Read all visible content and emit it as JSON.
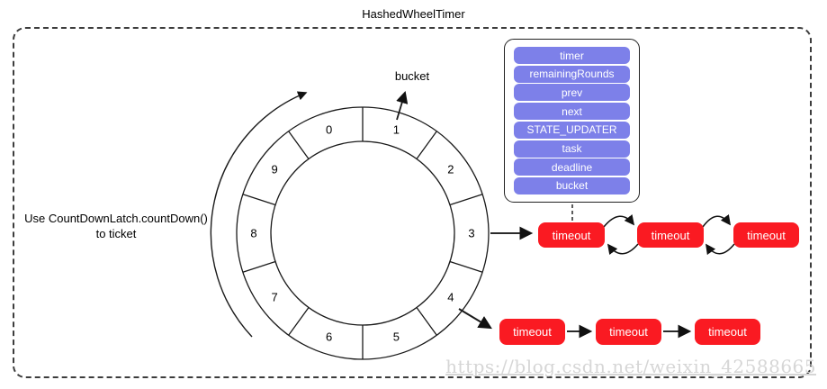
{
  "title": "HashedWheelTimer",
  "left_note": {
    "line1": "Use CountDownLatch.countDown()",
    "line2": "to ticket"
  },
  "bucket_label": "bucket",
  "wheel": {
    "slots": [
      "0",
      "1",
      "2",
      "3",
      "4",
      "5",
      "6",
      "7",
      "8",
      "9"
    ],
    "rotation": "clockwise"
  },
  "struct": {
    "fields": [
      "timer",
      "remainingRounds",
      "prev",
      "next",
      "STATE_UPDATER",
      "task",
      "deadline",
      "bucket"
    ]
  },
  "timeout_rows": [
    {
      "style": "doubly-linked",
      "from_slot": "3",
      "items": [
        "timeout",
        "timeout",
        "timeout"
      ]
    },
    {
      "style": "singly-linked",
      "from_slot": "4",
      "items": [
        "timeout",
        "timeout",
        "timeout"
      ]
    }
  ],
  "watermark": "https://blog.csdn.net/weixin_42588665",
  "colors": {
    "field_purple": "#7d80e9",
    "timeout_red": "#fa1a22",
    "stroke": "#1a1a1a",
    "watermark_gray": "#d6d6d6"
  }
}
